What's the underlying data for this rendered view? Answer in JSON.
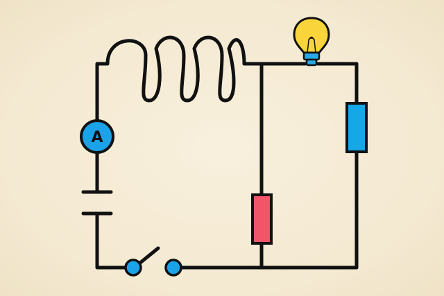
{
  "diagram": {
    "ammeter_label": "A",
    "colors": {
      "background": "#f6ecd6",
      "wire": "#111111",
      "ammeter": "#1aa3e8",
      "switch_terminal": "#1aa3e8",
      "resistor_right": "#15a7e6",
      "resistor_middle": "#f25567",
      "bulb_glass": "#f9d53b",
      "bulb_base": "#2aa9e6"
    },
    "components": [
      {
        "name": "inductor-coil",
        "icon": "coil-icon"
      },
      {
        "name": "ammeter",
        "icon": "ammeter-icon"
      },
      {
        "name": "battery-cell",
        "icon": "battery-icon"
      },
      {
        "name": "open-switch",
        "icon": "switch-icon"
      },
      {
        "name": "red-resistor",
        "icon": "resistor-icon"
      },
      {
        "name": "blue-resistor",
        "icon": "resistor-icon"
      },
      {
        "name": "light-bulb",
        "icon": "lightbulb-icon"
      }
    ]
  }
}
